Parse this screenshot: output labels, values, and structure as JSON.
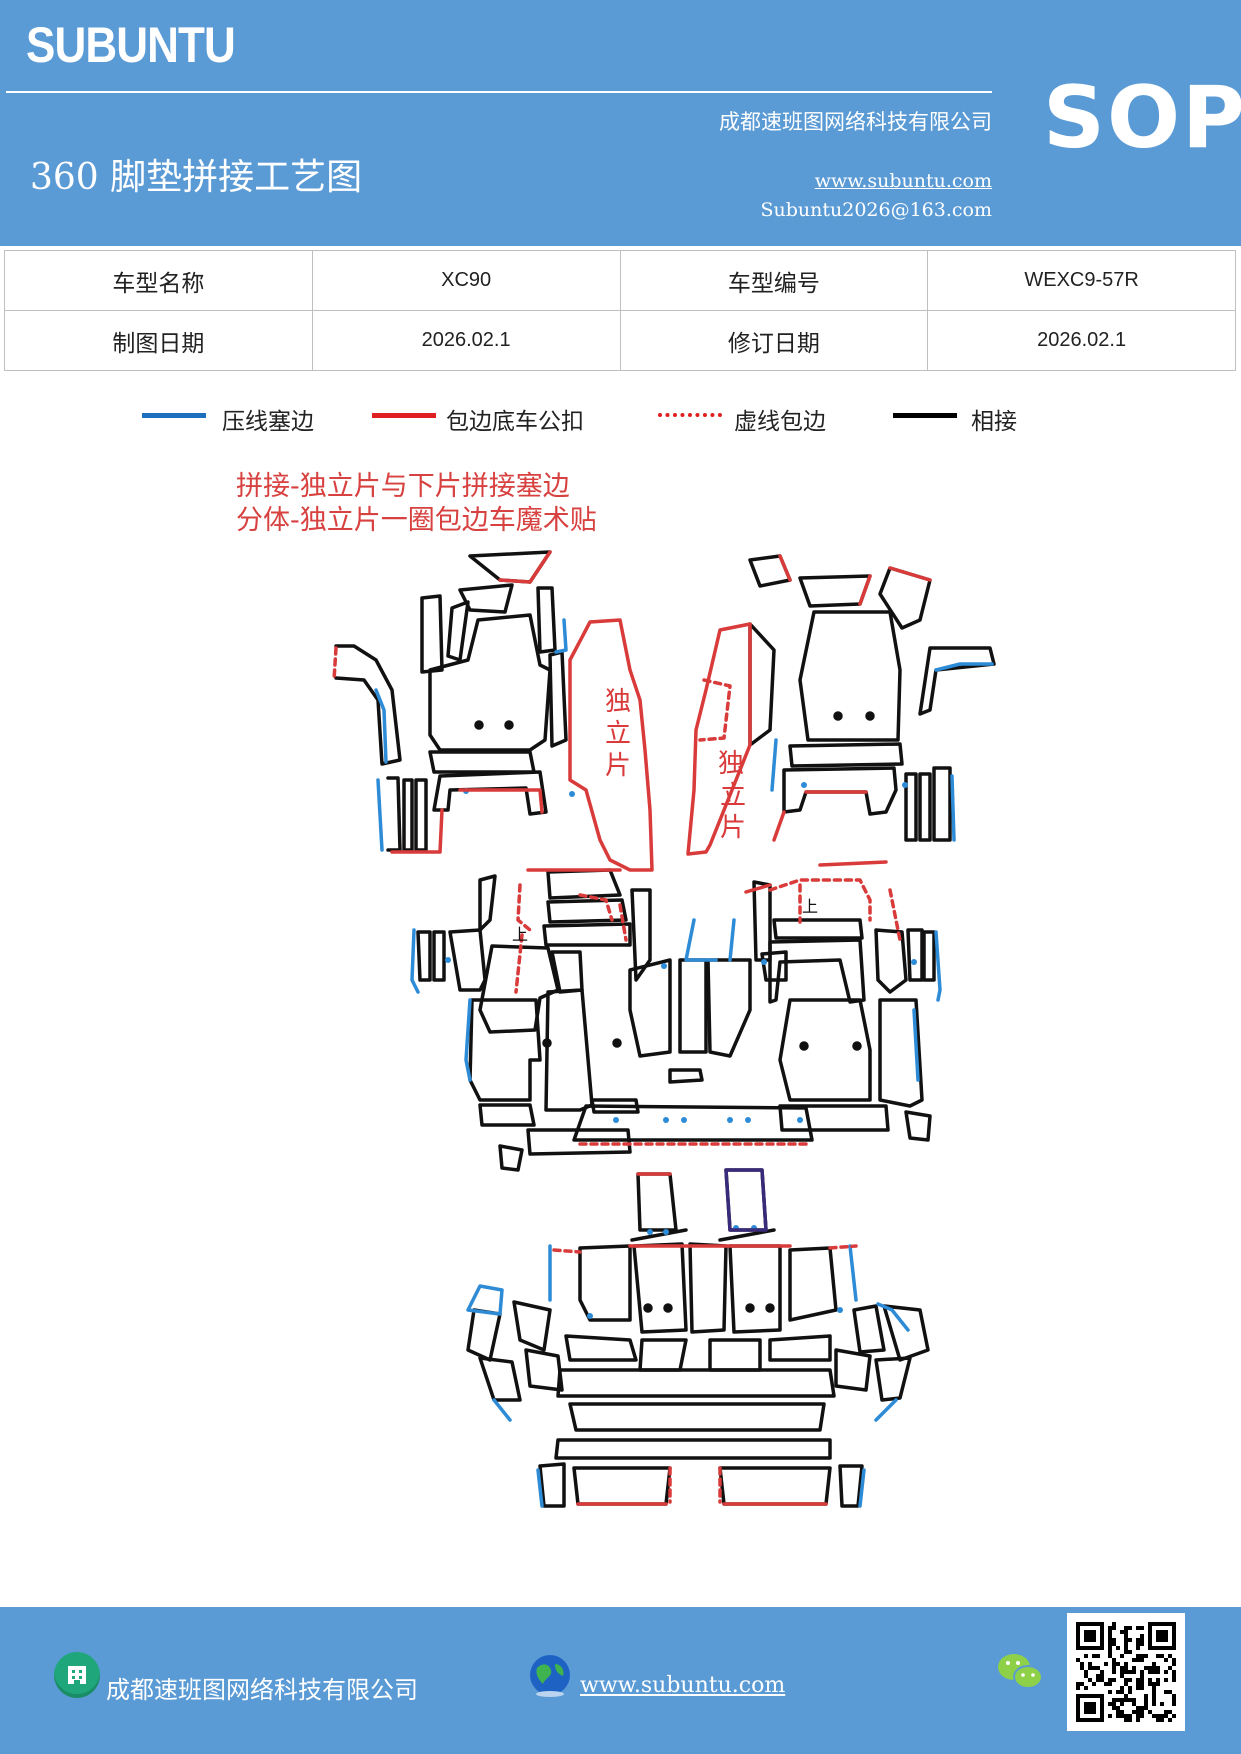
{
  "header": {
    "brand": "SUBUNTU",
    "title": "360 脚垫拼接工艺图",
    "company": "成都速班图网络科技有限公司",
    "website": "www.subuntu.com",
    "email": "Subuntu2026@163.com",
    "badge": "SOP",
    "bg_color": "#5b9bd5"
  },
  "info_table": {
    "rows": [
      [
        "车型名称",
        "XC90",
        "车型编号",
        "WEXC9-57R"
      ],
      [
        "制图日期",
        "2026.02.1",
        "修订日期",
        "2026.02.1"
      ]
    ]
  },
  "legend": [
    {
      "label": "压线塞边",
      "style": "solid",
      "color": "#1f6fbf"
    },
    {
      "label": "包边底车公扣",
      "style": "solid",
      "color": "#e02020"
    },
    {
      "label": "虚线包边",
      "style": "dashed",
      "color": "#e02020"
    },
    {
      "label": "相接",
      "style": "solid",
      "color": "#000000"
    }
  ],
  "diagram": {
    "note_line1": "拼接-独立片与下片拼接塞边",
    "note_line2": "分体-独立片一圈包边车魔术贴",
    "left_label": "独立片",
    "right_label": "独立片",
    "marker_up": "上",
    "colors": {
      "blue": "#2e8bd6",
      "red": "#d93a3a",
      "black": "#111111"
    }
  },
  "footer": {
    "company": "成都速班图网络科技有限公司",
    "website": "www.subuntu.com",
    "company_icon": "building-icon",
    "web_icon": "globe-icon",
    "social_icon": "wechat-icon",
    "qr_icon": "qr-code-icon"
  }
}
